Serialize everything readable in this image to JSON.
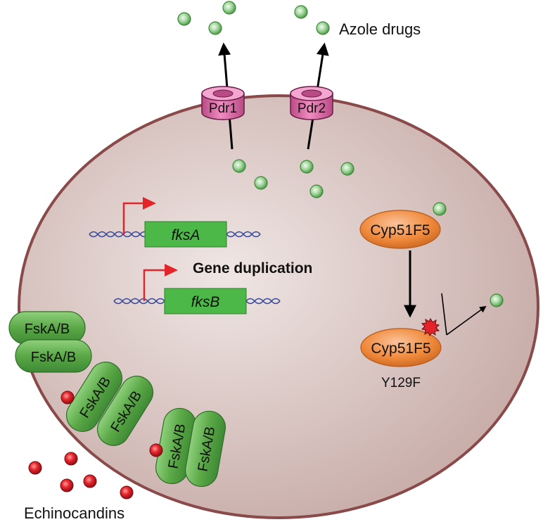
{
  "labels": {
    "azole": "Azole drugs",
    "echinocandins": "Echinocandins",
    "gene_duplication": "Gene duplication",
    "gene_a": "fksA",
    "gene_b": "fksB",
    "pump_1": "Pdr1",
    "pump_2": "Pdr2",
    "enzyme_top": "Cyp51F5",
    "enzyme_bottom": "Cyp51F5",
    "mutation": "Y129F",
    "fks": [
      "FskA/B",
      "FskA/B",
      "FskA/B",
      "FskA/B",
      "FskA/B",
      "FskA/B"
    ]
  },
  "colors": {
    "cell_fill": "#ddc9c6",
    "cell_center": "#ede2e0",
    "cell_border": "#8a4a4a",
    "pump": "#d9609c",
    "gene_box": "#4cb848",
    "fks_fill": "#5aa846",
    "enzyme": "#f08a3c",
    "drug_green": "#7fc47a",
    "drug_red": "#e3252b",
    "promoter_arrow": "#e3252b",
    "dna": "#3a4a9a"
  },
  "icons": {
    "azole_molecule": "green-circle",
    "echinocandin_molecule": "red-circle",
    "mutation_site": "red-starburst",
    "promoter": "bent-arrow"
  }
}
